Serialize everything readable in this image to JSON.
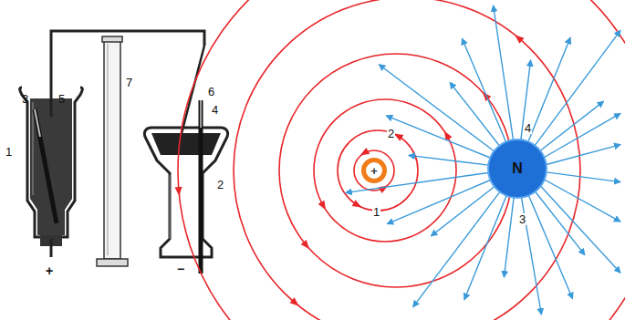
{
  "diagram": {
    "nodes": [
      {
        "text": [
          "+"
        ]
      },
      {
        "text": [
          "N"
        ]
      }
    ],
    "labels": [
      "3",
      "1",
      "5",
      "4",
      "6",
      "2",
      "7",
      "+",
      "−",
      "2",
      "1",
      "4",
      "3"
    ]
  }
}
